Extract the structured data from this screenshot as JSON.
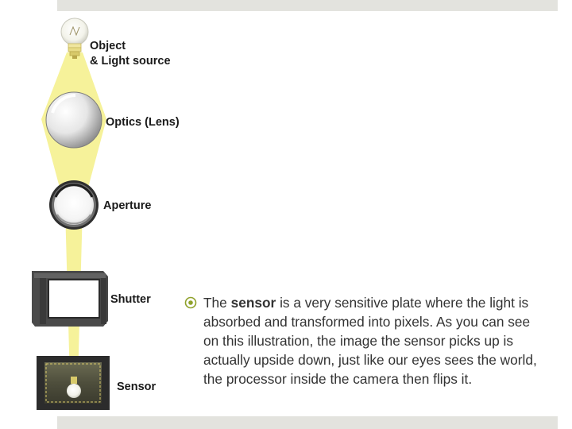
{
  "diagram": {
    "labels": {
      "object": [
        "Object",
        "& Light source"
      ],
      "optics": "Optics (Lens)",
      "aperture": "Aperture",
      "shutter": "Shutter",
      "sensor": "Sensor"
    }
  },
  "bullet": {
    "prefix": "The ",
    "emphasis": "sensor",
    "rest": " is a very sensitive plate where the light is absorbed and transformed into pixels. As you can see on this illustration, the image the sensor picks up is actually upside down, just like our eyes sees the world, the processor inside the camera then flips it."
  },
  "colors": {
    "light_beam": "#f6f29a",
    "bullet_accent": "#8fa12b",
    "frame_bars": "#e3e3de"
  }
}
